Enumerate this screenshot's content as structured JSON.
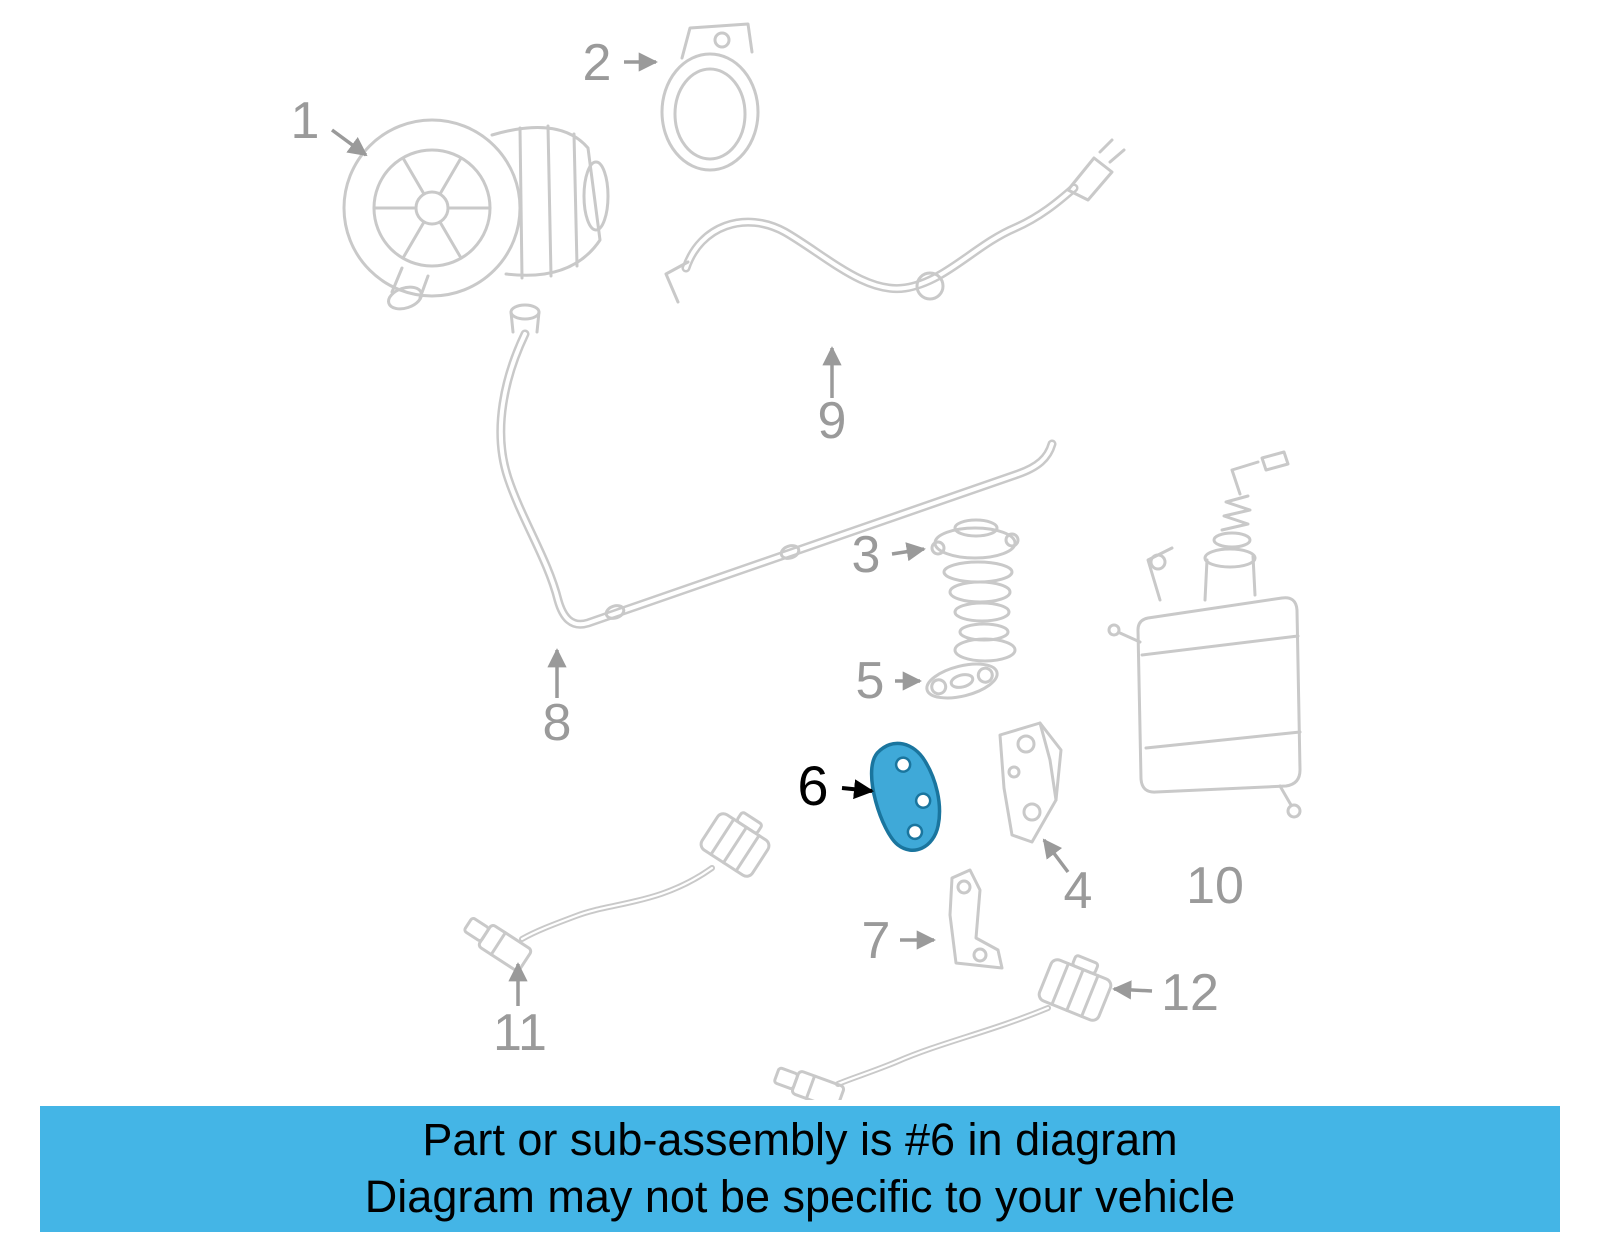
{
  "diagram": {
    "line_color": "#c9c9c9",
    "callout_color": "#9a9a9a",
    "callouts": [
      {
        "label": "1",
        "part": "air-pump"
      },
      {
        "label": "2",
        "part": "pump-gasket"
      },
      {
        "label": "3",
        "part": "egr-valve"
      },
      {
        "label": "4",
        "part": "mounting-bracket"
      },
      {
        "label": "5",
        "part": "egr-gasket"
      },
      {
        "label": "6",
        "part": "valve-gasket",
        "highlighted": true
      },
      {
        "label": "7",
        "part": "support-bracket"
      },
      {
        "label": "8",
        "part": "air-tube"
      },
      {
        "label": "9",
        "part": "air-hose"
      },
      {
        "label": "10",
        "part": "vapor-canister"
      },
      {
        "label": "11",
        "part": "oxygen-sensor-front"
      },
      {
        "label": "12",
        "part": "oxygen-sensor-rear"
      }
    ],
    "highlight": {
      "fill": "#3fa9d8",
      "stroke": "#1a759e",
      "callout_color": "#000000"
    }
  },
  "banner": {
    "background_color": "#44b5e6",
    "text_color": "#000000",
    "line1": "Part or sub-assembly is #6 in diagram",
    "line2": "Diagram may not be specific to your vehicle"
  }
}
